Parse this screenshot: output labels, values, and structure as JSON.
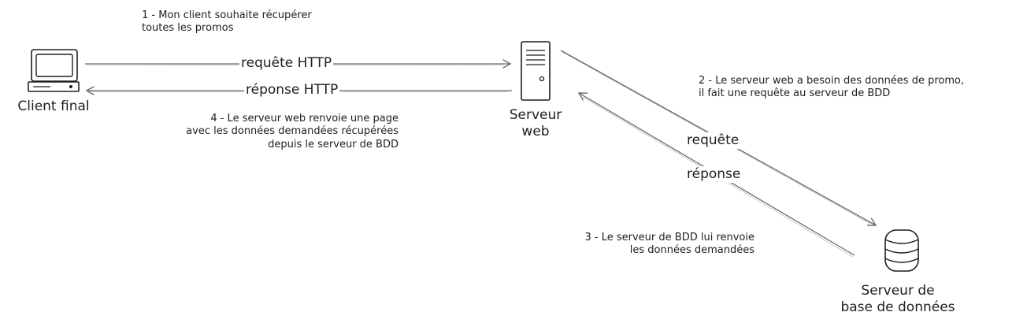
{
  "nodes": {
    "client": {
      "label": "Client final",
      "icon": "computer-icon"
    },
    "web_server": {
      "label_line1": "Serveur",
      "label_line2": "web",
      "icon": "server-icon"
    },
    "db_server": {
      "label_line1": "Serveur de",
      "label_line2": "base de données",
      "icon": "database-icon"
    }
  },
  "edges": {
    "http_request": "requête HTTP",
    "http_response": "réponse HTTP",
    "db_request": "requête",
    "db_response": "réponse"
  },
  "steps": {
    "step1": {
      "line1": "1 - Mon client souhaite récupérer",
      "line2": "toutes les promos"
    },
    "step2": {
      "line1": "2 - Le serveur web a besoin des données de promo,",
      "line2": "il fait une requête au serveur de BDD"
    },
    "step3": {
      "line1": "3 - Le serveur de BDD lui renvoie",
      "line2": "les données demandées"
    },
    "step4": {
      "line1": "4 - Le serveur web renvoie une page",
      "line2": "avec les données demandées récupérées",
      "line3": "depuis le serveur de BDD"
    }
  },
  "colors": {
    "stroke": "#1e1e1e",
    "arrow": "#6b6b6b",
    "background": "#ffffff"
  }
}
